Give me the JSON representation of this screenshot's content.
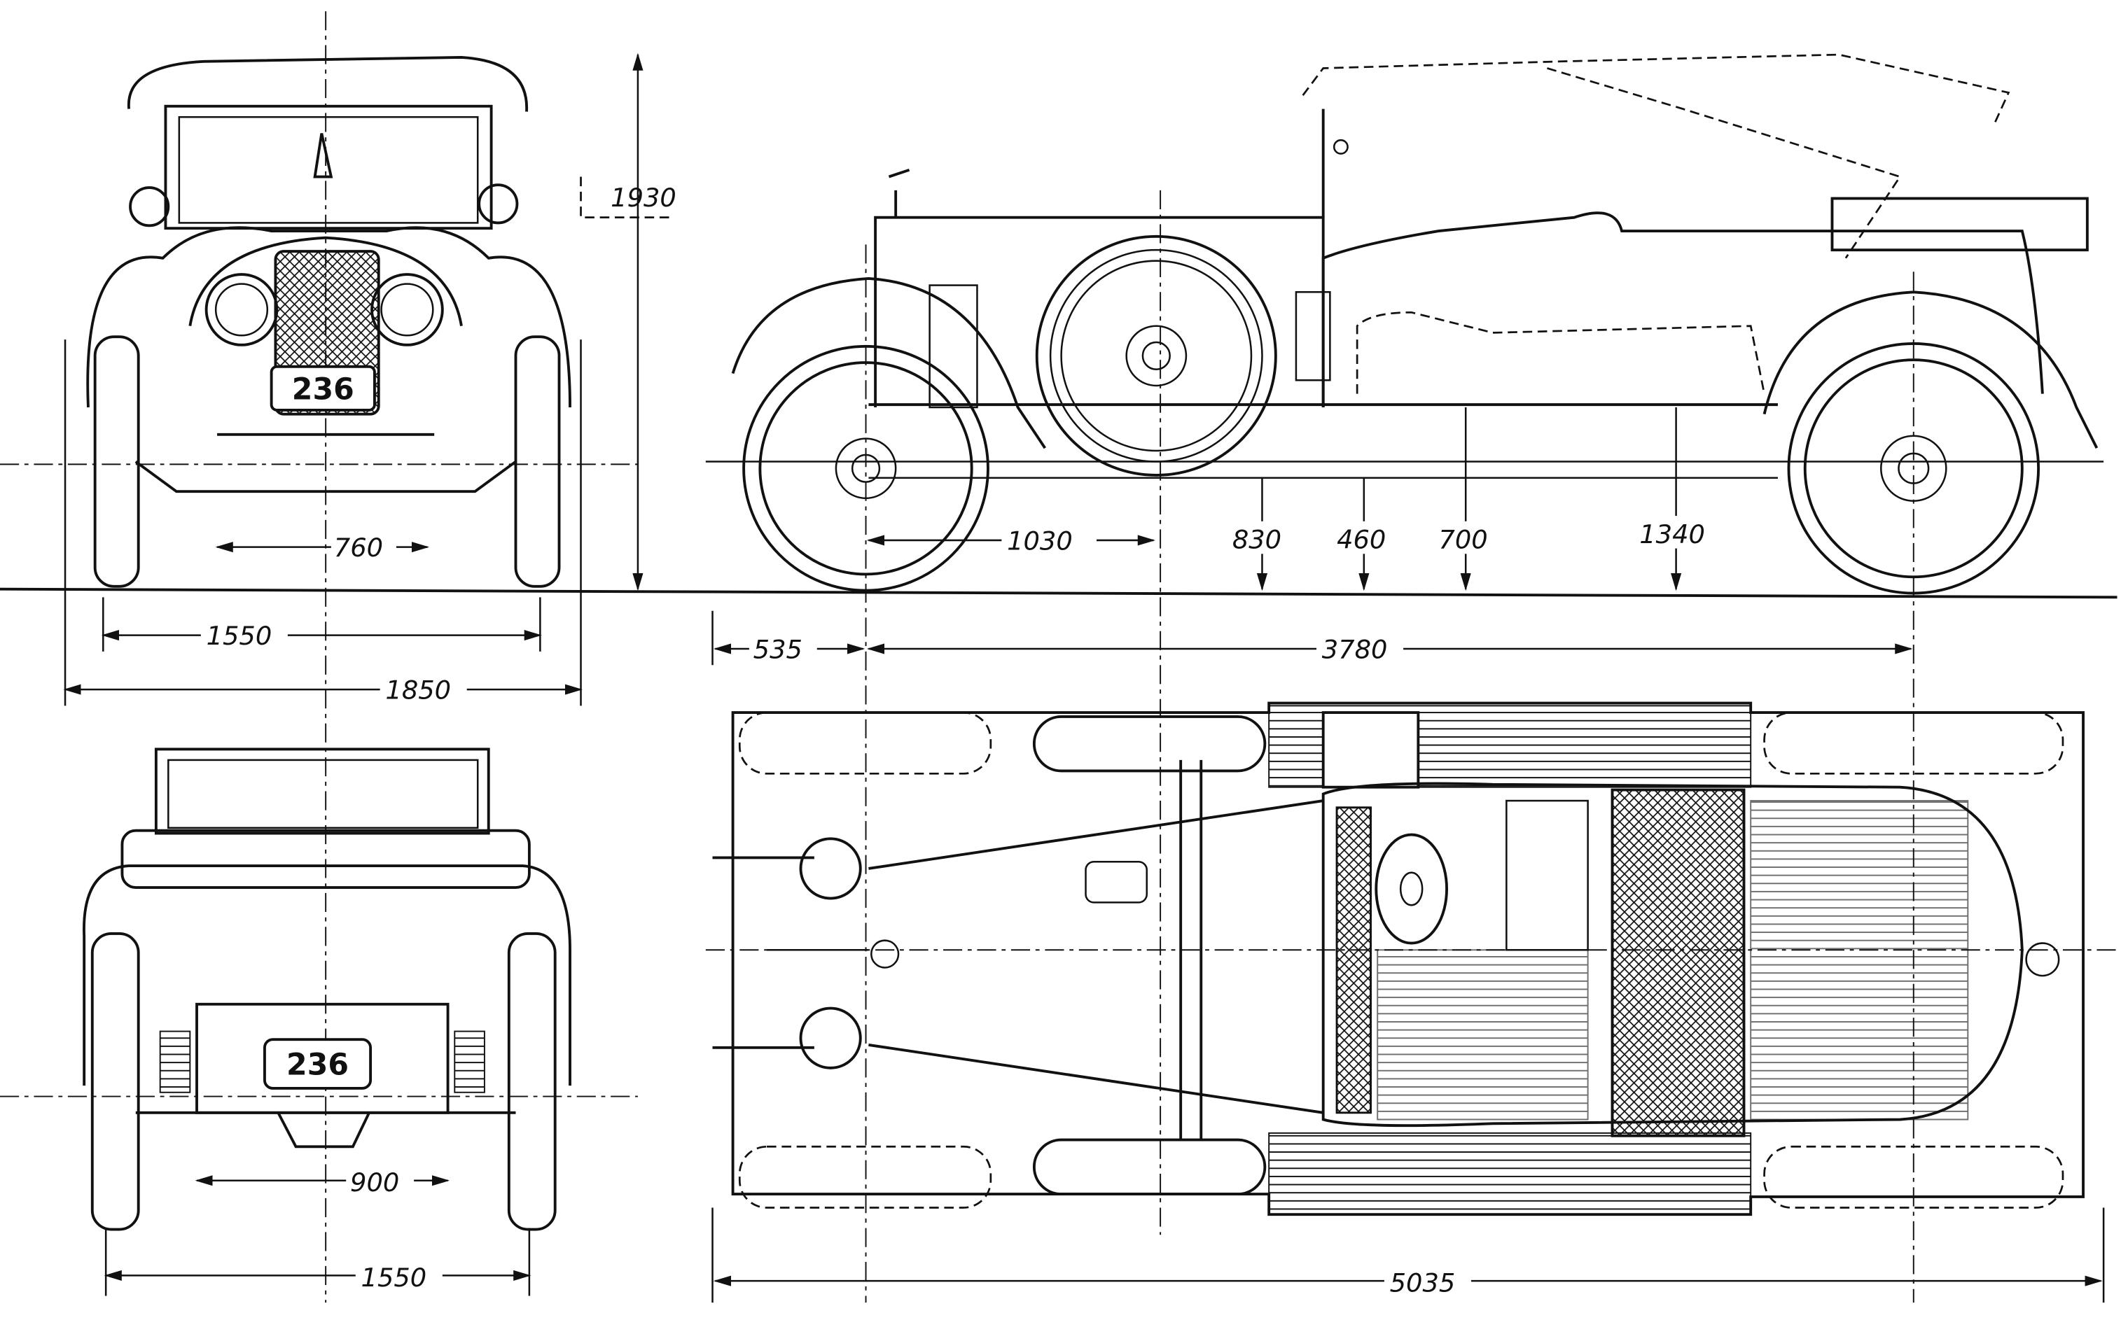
{
  "drawing": {
    "front_view": {
      "plate": "236",
      "dims": {
        "height": "1930",
        "track_axle": "760",
        "track": "1550",
        "width": "1850"
      }
    },
    "side_view": {
      "dims": {
        "front_overhang_wheel": "1030",
        "h1": "830",
        "h2": "460",
        "h3": "700",
        "h4": "1340",
        "front_overhang": "535",
        "wheelbase": "3780"
      }
    },
    "rear_view": {
      "plate": "236",
      "dims": {
        "axle": "900",
        "track": "1550"
      }
    },
    "top_view": {
      "dims": {
        "length": "5035"
      }
    }
  }
}
